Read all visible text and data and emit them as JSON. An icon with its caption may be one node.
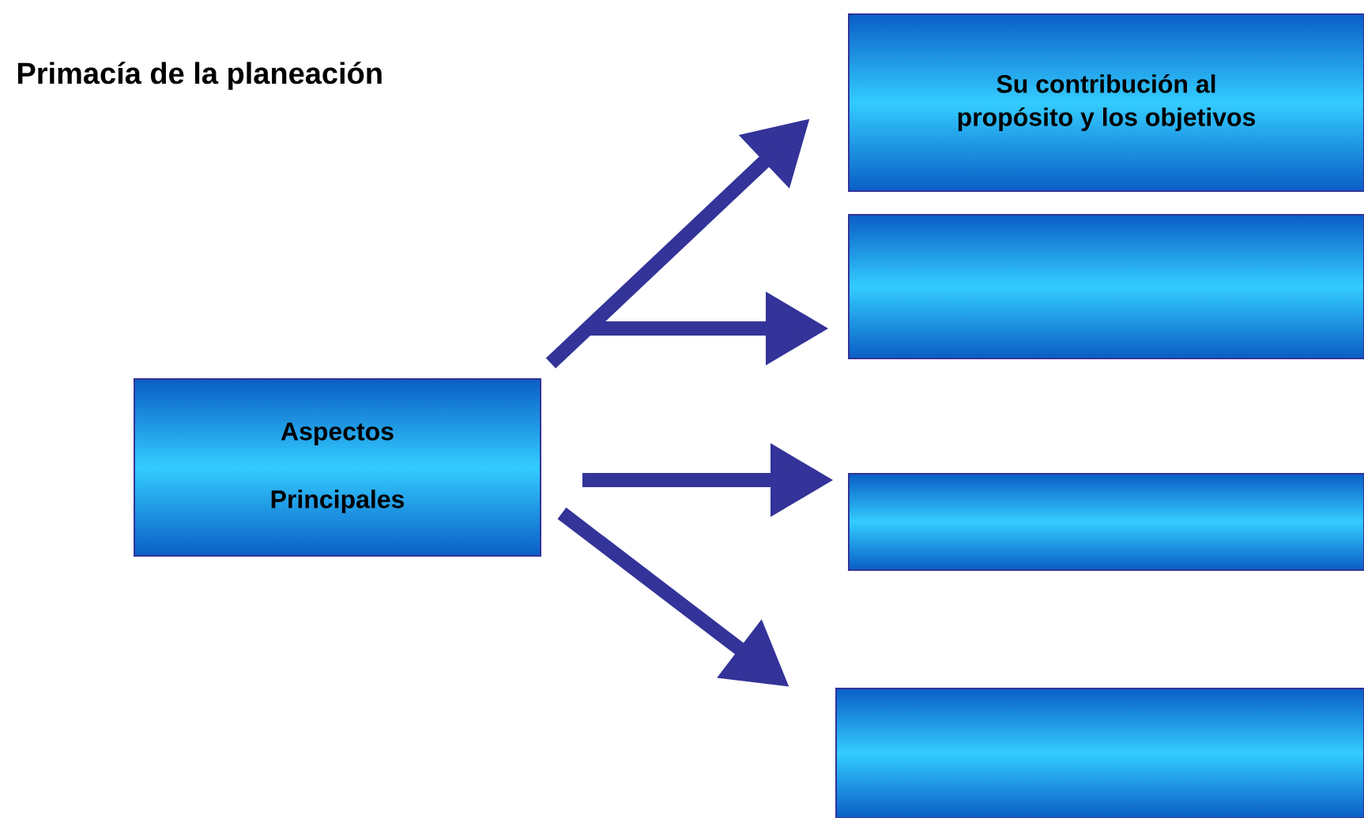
{
  "diagram": {
    "title": "Primacía de la planeación",
    "nodes": [
      {
        "text": [
          "Aspectos",
          "Principales"
        ]
      },
      {
        "text": [
          "Su contribución al propósito y los objetivos"
        ]
      },
      {
        "text": [],
        "shape": "box"
      },
      {
        "text": [],
        "shape": "box"
      },
      {
        "text": [],
        "shape": "box"
      }
    ],
    "edges": [
      {
        "from": 0,
        "to": 1,
        "arrow": "to"
      },
      {
        "from": 0,
        "to": 2,
        "arrow": "to"
      },
      {
        "from": 0,
        "to": 3,
        "arrow": "to"
      },
      {
        "from": 0,
        "to": 4,
        "arrow": "to"
      }
    ]
  }
}
